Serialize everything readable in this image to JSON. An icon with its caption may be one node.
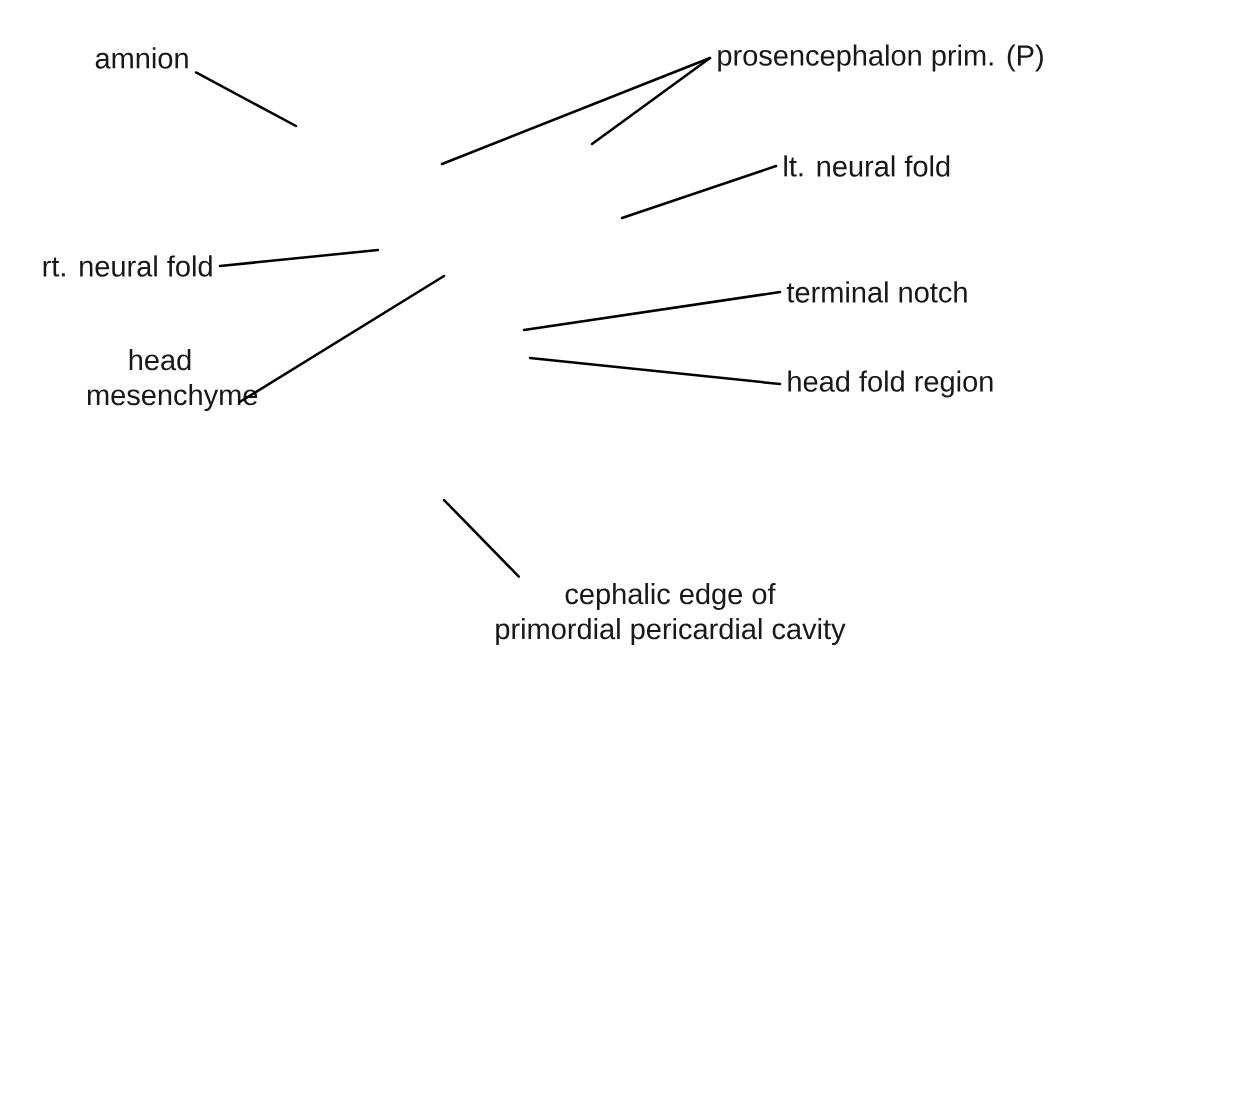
{
  "diagram": {
    "nodes": [
      {
        "text": [
          "amnion"
        ]
      },
      {
        "text": [
          "prosencephalon prim. (P)"
        ]
      },
      {
        "text": [
          "lt. neural fold"
        ]
      },
      {
        "text": [
          "rt. neural fold"
        ]
      },
      {
        "text": [
          "terminal notch"
        ]
      },
      {
        "text": [
          "head mesenchyme"
        ]
      },
      {
        "text": [
          "head fold region"
        ]
      },
      {
        "text": [
          "cephalic edge of primordial pericardial cavity"
        ]
      }
    ],
    "edges": [
      {
        "from": 0,
        "to": null,
        "arrow": "none"
      },
      {
        "from": 1,
        "to": null,
        "arrow": "none"
      },
      {
        "from": 1,
        "to": null,
        "arrow": "none"
      },
      {
        "from": 2,
        "to": null,
        "arrow": "none"
      },
      {
        "from": 3,
        "to": null,
        "arrow": "none"
      },
      {
        "from": 4,
        "to": null,
        "arrow": "none"
      },
      {
        "from": 5,
        "to": null,
        "arrow": "none"
      },
      {
        "from": 6,
        "to": null,
        "arrow": "none"
      },
      {
        "from": 7,
        "to": null,
        "arrow": "none"
      }
    ]
  }
}
